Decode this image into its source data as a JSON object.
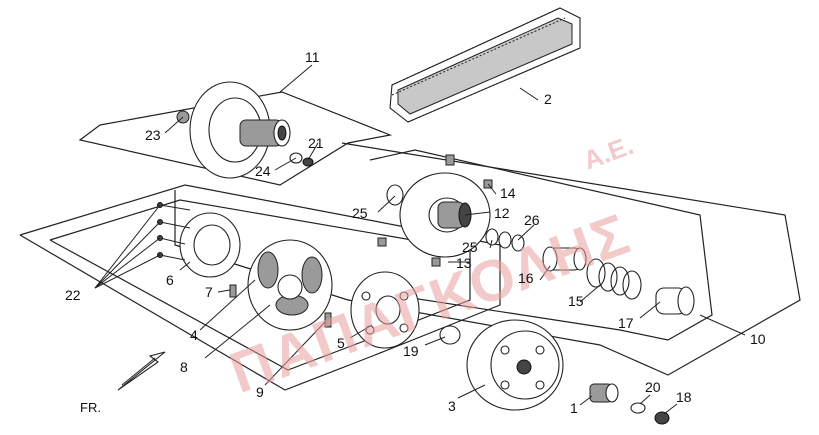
{
  "watermark": {
    "main": "ΠΑΠΑΓΚΟΛΗΣ",
    "suffix": "Α.Ε."
  },
  "direction_label": "FR.",
  "callouts": {
    "c1": "1",
    "c2": "2",
    "c3": "3",
    "c4": "4",
    "c5": "5",
    "c6": "6",
    "c7": "7",
    "c8": "8",
    "c9": "9",
    "c10": "10",
    "c11": "11",
    "c12": "12",
    "c13": "13",
    "c14": "14",
    "c15": "15",
    "c16": "16",
    "c17": "17",
    "c18": "18",
    "c19": "19",
    "c20": "20",
    "c21": "21",
    "c22": "22",
    "c23": "23",
    "c24": "24",
    "c25a": "25",
    "c25b": "25",
    "c26": "26"
  },
  "colors": {
    "line": "#222222",
    "watermark": "#e8a0a0",
    "shade": "#9a9a9a"
  }
}
